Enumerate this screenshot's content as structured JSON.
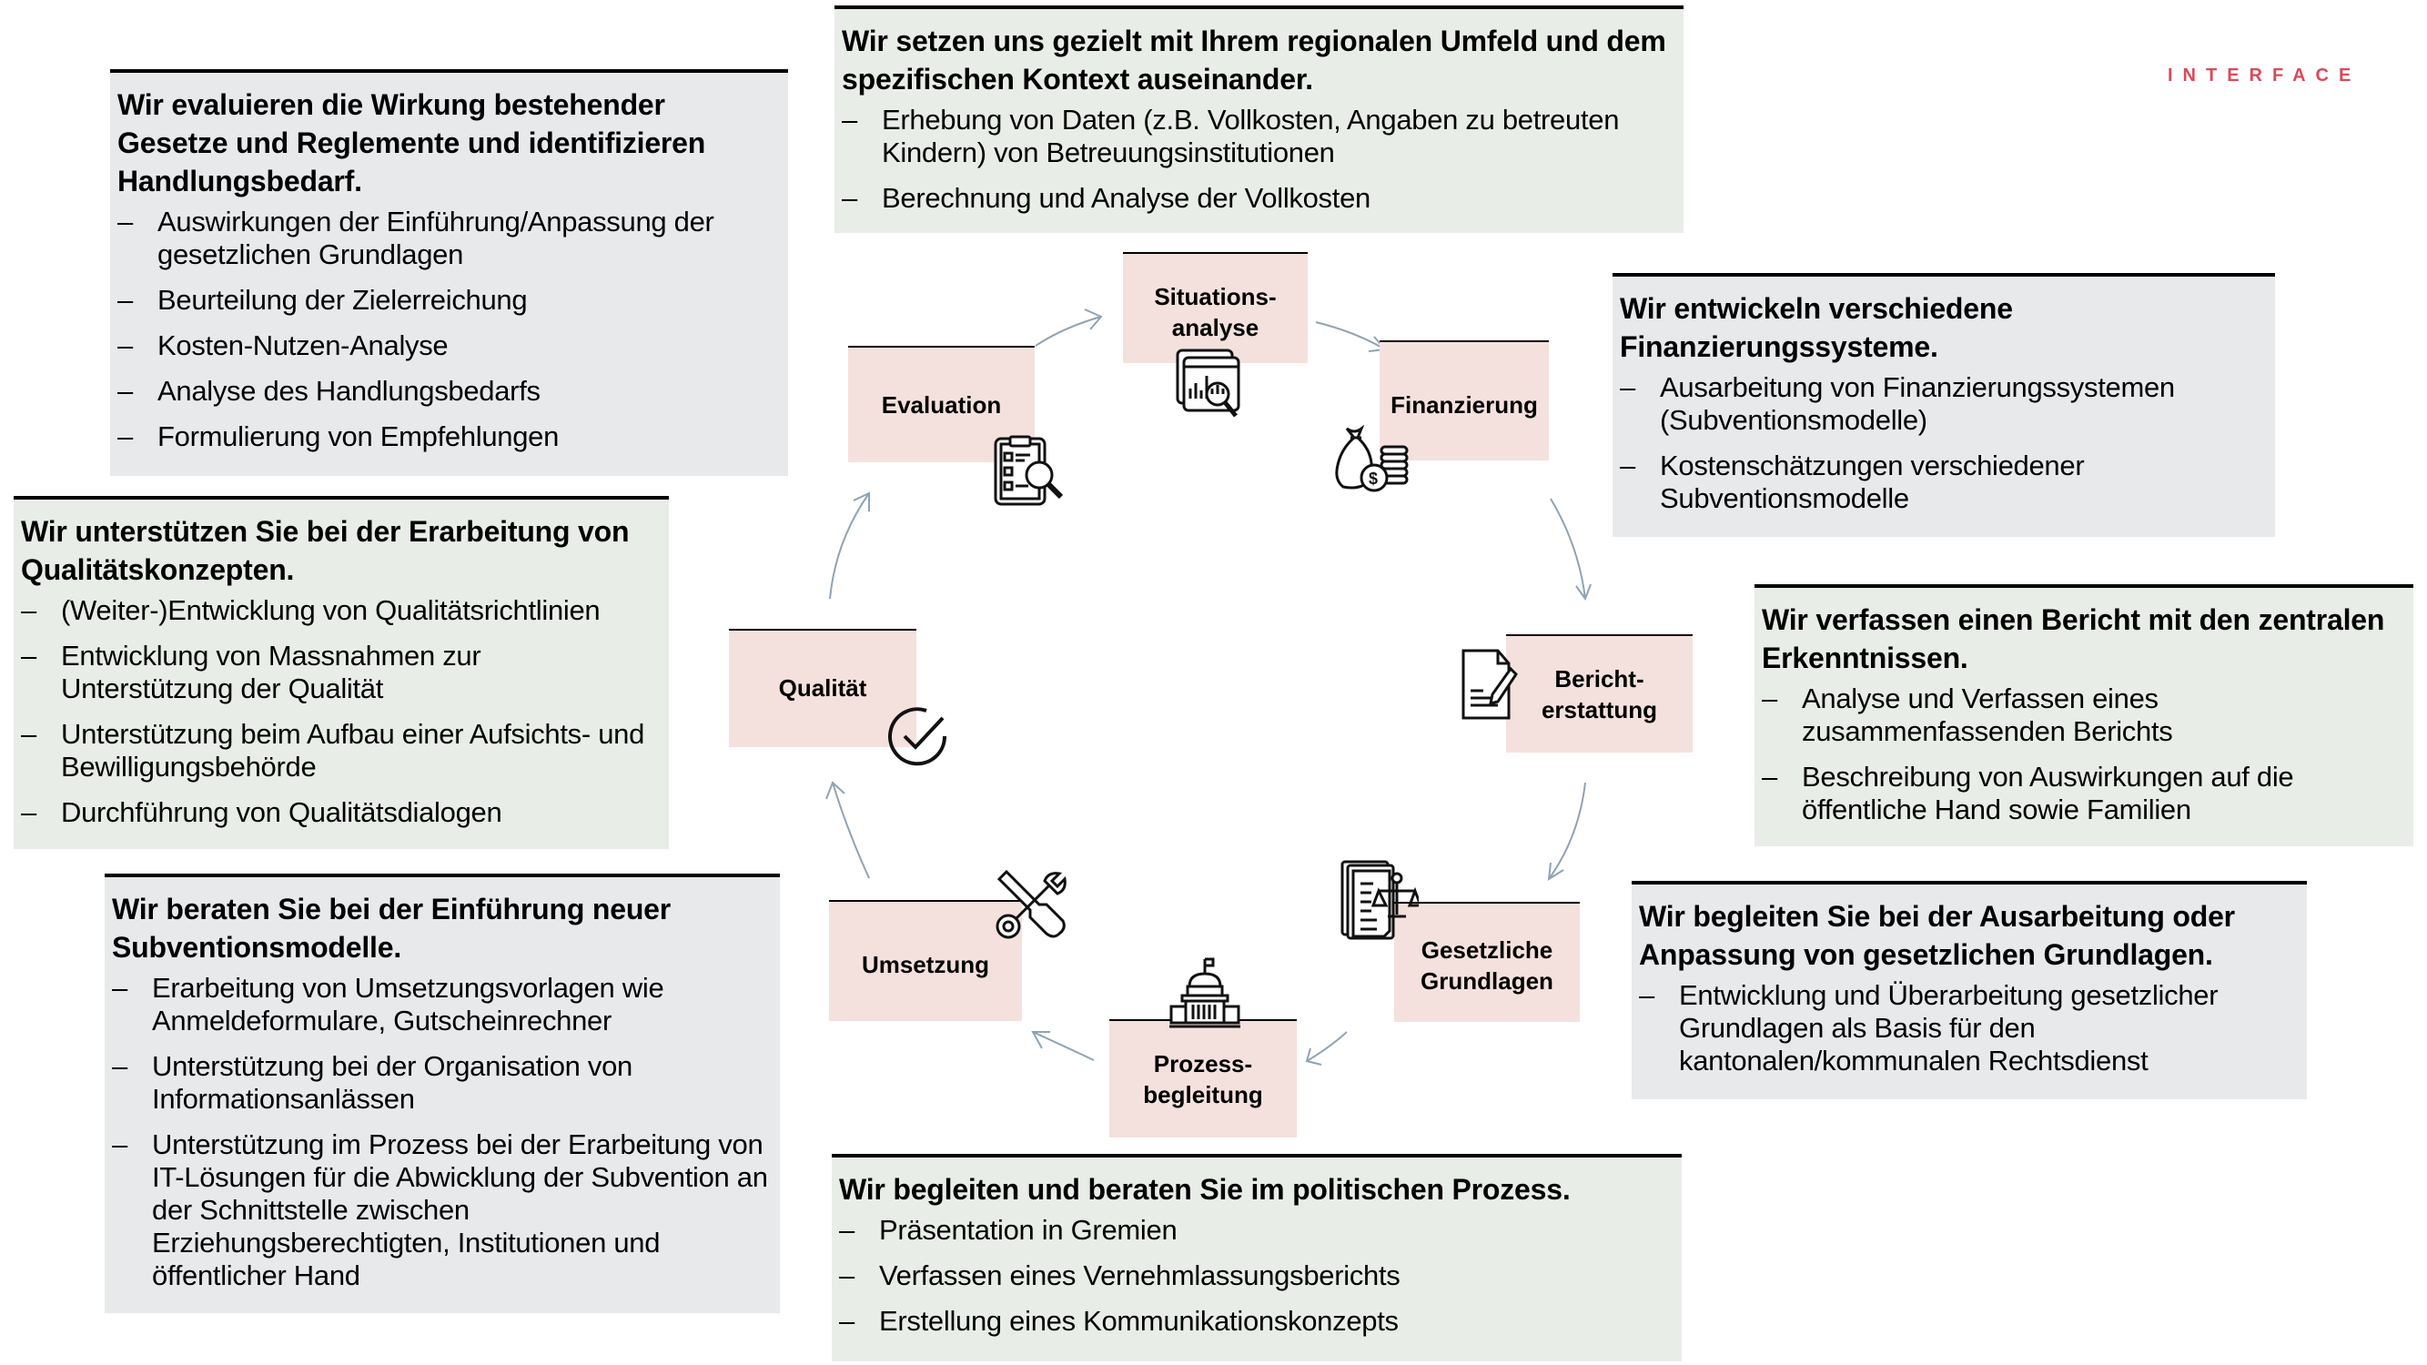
{
  "logo": {
    "text": "INTERFACE",
    "color": "#d94a5a"
  },
  "colors": {
    "step_fill": "#f4e1dd",
    "card_gray": "#e7e9eb",
    "card_green": "#e9ede8",
    "arrow": "#8fa3b3"
  },
  "steps": [
    {
      "id": "situationsanalyse",
      "line1": "Situations-",
      "line2": "analyse",
      "icon": "data-analysis-icon"
    },
    {
      "id": "finanzierung",
      "line1": "Finanzierung",
      "line2": "",
      "icon": "money-bag-icon"
    },
    {
      "id": "berichterstattung",
      "line1": "Bericht-",
      "line2": "erstattung",
      "icon": "report-writing-icon"
    },
    {
      "id": "gesetzliche-grundlagen",
      "line1": "Gesetzliche",
      "line2": "Grundlagen",
      "icon": "law-documents-icon"
    },
    {
      "id": "prozessbegleitung",
      "line1": "Prozess-",
      "line2": "begleitung",
      "icon": "government-building-icon"
    },
    {
      "id": "umsetzung",
      "line1": "Umsetzung",
      "line2": "",
      "icon": "tools-icon"
    },
    {
      "id": "qualitaet",
      "line1": "Qualität",
      "line2": "",
      "icon": "check-circle-icon"
    },
    {
      "id": "evaluation",
      "line1": "Evaluation",
      "line2": "",
      "icon": "clipboard-search-icon"
    }
  ],
  "cards": {
    "situationsanalyse": {
      "title": "Wir setzen uns gezielt mit Ihrem regionalen Umfeld und dem spezifischen Kontext auseinander.",
      "items": [
        "Erhebung von Daten (z.B. Vollkosten, Angaben zu betreuten Kindern) von Betreuungsinstitutionen",
        "Berechnung und Analyse der Vollkosten"
      ]
    },
    "finanzierung": {
      "title": "Wir entwickeln verschiedene Finanzierungssysteme.",
      "items": [
        "Ausarbeitung von Finanzierungssystemen (Subventionsmodelle)",
        "Kostenschätzungen verschiedener Subventionsmodelle"
      ]
    },
    "berichterstattung": {
      "title": "Wir verfassen einen Bericht mit den zentralen Erkenntnissen.",
      "items": [
        "Analyse und Verfassen eines zusammenfassenden Berichts",
        "Beschreibung von Auswirkungen auf die öffentliche Hand sowie Familien"
      ]
    },
    "gesetzliche_grundlagen": {
      "title": "Wir begleiten Sie bei der Ausarbeitung oder Anpassung von gesetzlichen Grundlagen.",
      "items": [
        "Entwicklung und Überarbeitung gesetzlicher Grundlagen als Basis für den kantonalen/kommunalen Rechtsdienst"
      ]
    },
    "prozessbegleitung": {
      "title": "Wir begleiten und beraten Sie im politischen Prozess.",
      "items": [
        "Präsentation in Gremien",
        "Verfassen eines Vernehmlassungsberichts",
        "Erstellung eines Kommunikationskonzepts"
      ]
    },
    "umsetzung": {
      "title": "Wir beraten Sie bei der Einführung neuer Subventionsmodelle.",
      "items": [
        "Erarbeitung von Umsetzungsvorlagen wie Anmeldeformulare, Gutscheinrechner",
        "Unterstützung bei der Organisation von Informationsanlässen",
        "Unterstützung im Prozess bei der Erarbeitung von IT-Lösungen für die Abwicklung der Subvention an der Schnittstelle zwischen Erziehungsberechtigten, Institutionen und öffentlicher Hand"
      ]
    },
    "qualitaet": {
      "title": "Wir unterstützen Sie bei der Erarbeitung von Qualitätskonzepten.",
      "items": [
        "(Weiter-)Entwicklung von Qualitätsrichtlinien",
        "Entwicklung von Massnahmen zur Unterstützung der Qualität",
        "Unterstützung beim Aufbau einer Aufsichts- und Bewilligungsbehörde",
        "Durchführung von Qualitätsdialogen"
      ]
    },
    "evaluation": {
      "title": "Wir evaluieren die Wirkung bestehender Gesetze und Reglemente und identifizieren Handlungsbedarf.",
      "items": [
        "Auswirkungen der Einführung/Anpassung der gesetzlichen  Grundlagen",
        "Beurteilung der Zielerreichung",
        "Kosten-Nutzen-Analyse",
        "Analyse des Handlungsbedarfs",
        "Formulierung von Empfehlungen"
      ]
    }
  },
  "bullet_char": "–"
}
